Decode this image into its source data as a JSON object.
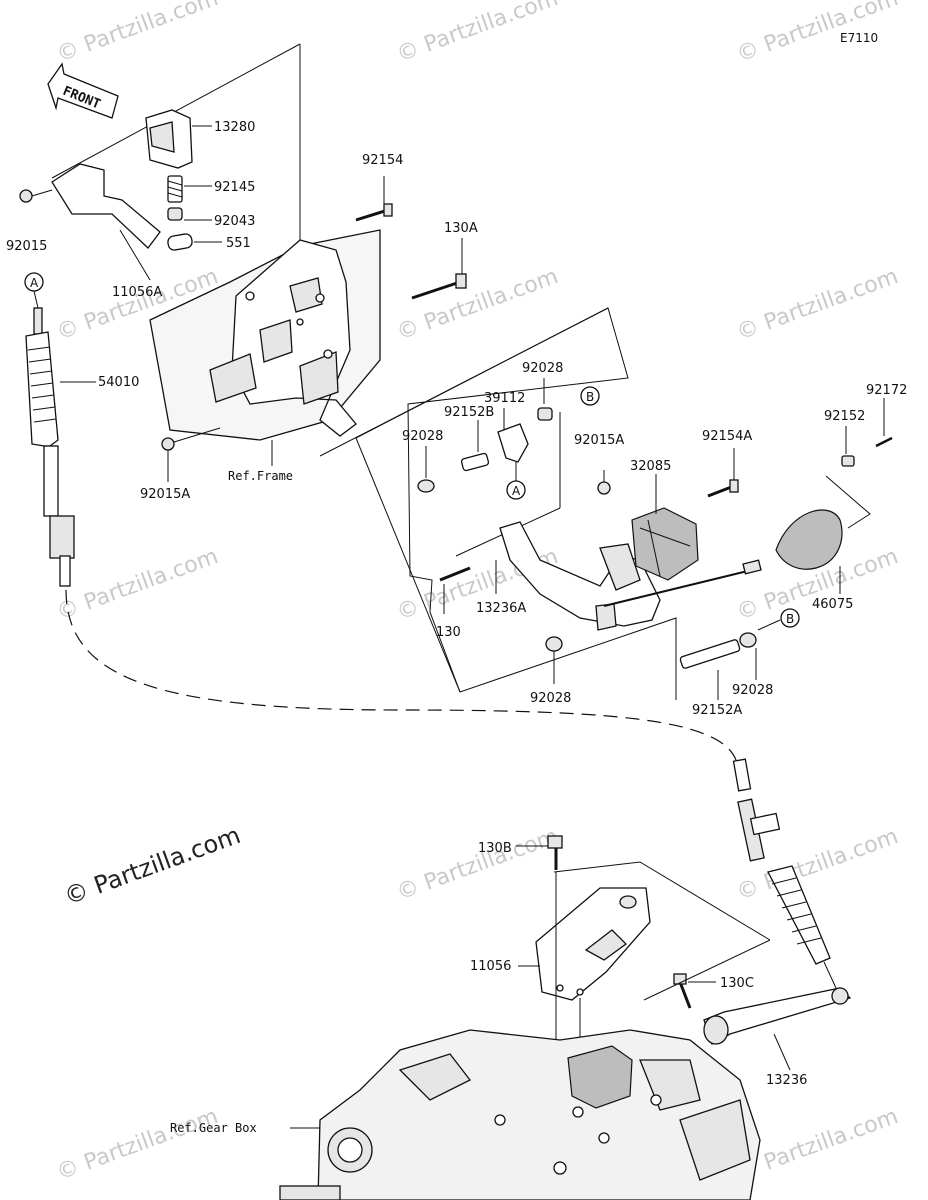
{
  "diagram_code": "E7110",
  "front_label": "FRONT",
  "watermarks": [
    "© Partzilla.com",
    "© Partzilla.com",
    "© Partzilla.com",
    "© Partzilla.com",
    "© Partzilla.com",
    "© Partzilla.com",
    "© Partzilla.com",
    "© Partzilla.com",
    "© Partzilla.com",
    "© Partzilla.com",
    "© Partzilla.com",
    "© Partzilla.com",
    "© Partzilla.com"
  ],
  "watermark_main": "© Partzilla.com",
  "callouts": {
    "p13280": "13280",
    "p92145": "92145",
    "p92043": "92043",
    "p551": "551",
    "p92015": "92015",
    "p11056A": "11056A",
    "p92154": "92154",
    "p130A": "130A",
    "p54010": "54010",
    "p92015A_left": "92015A",
    "ref_frame": "Ref.Frame",
    "p92028_top": "92028",
    "p39112": "39112",
    "p92152B": "92152B",
    "p92028_left": "92028",
    "p92015A_mid": "92015A",
    "p92154A": "92154A",
    "p32085": "32085",
    "p92152": "92152",
    "p92172": "92172",
    "p46075": "46075",
    "p130": "130",
    "p13236A": "13236A",
    "p92028_bottom": "92028",
    "p92152A": "92152A",
    "p92028_right": "92028",
    "p130B": "130B",
    "p11056": "11056",
    "p130C": "130C",
    "p13236": "13236",
    "ref_gearbox": "Ref.Gear Box"
  },
  "markers": {
    "a_top": "A",
    "a_mid": "A",
    "b_top": "B",
    "b_bottom": "B"
  }
}
